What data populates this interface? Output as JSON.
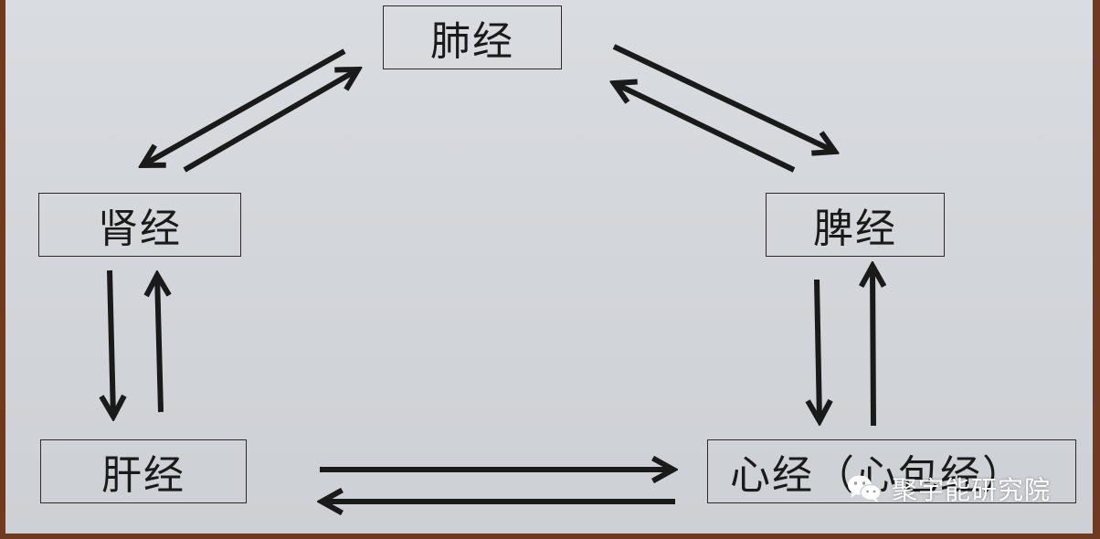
{
  "diagram": {
    "nodes": {
      "lung": "肺经",
      "kidney": "肾经",
      "spleen": "脾经",
      "liver": "肝经",
      "heart": "心经（心包经）"
    },
    "edges": [
      {
        "from": "lung",
        "to": "kidney"
      },
      {
        "from": "kidney",
        "to": "lung"
      },
      {
        "from": "lung",
        "to": "spleen"
      },
      {
        "from": "spleen",
        "to": "lung"
      },
      {
        "from": "kidney",
        "to": "liver"
      },
      {
        "from": "liver",
        "to": "kidney"
      },
      {
        "from": "spleen",
        "to": "heart"
      },
      {
        "from": "heart",
        "to": "spleen"
      },
      {
        "from": "liver",
        "to": "heart"
      },
      {
        "from": "heart",
        "to": "liver"
      }
    ]
  },
  "watermark": {
    "text": "聚宇能研究院",
    "icon": "wechat-icon"
  },
  "colors": {
    "ink": "#1a1a1a",
    "paper": "#d5d8dc",
    "frame": "#6e3a22"
  }
}
